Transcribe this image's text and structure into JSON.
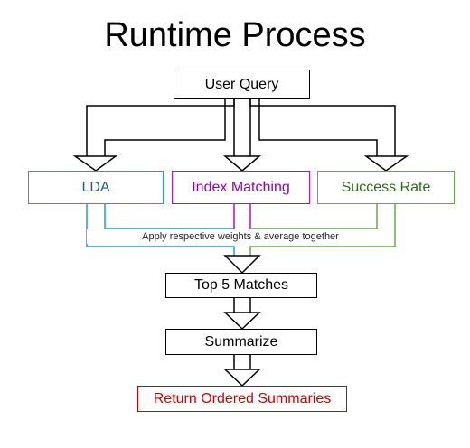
{
  "title": "Runtime Process",
  "nodes": {
    "user_query": {
      "label": "User Query"
    },
    "lda": {
      "label": "LDA",
      "color": "#1aa0c8",
      "text_color": "#1a5a9a"
    },
    "index_matching": {
      "label": "Index Matching",
      "color": "#cc00cc",
      "text_color": "#9900aa"
    },
    "success_rate": {
      "label": "Success Rate",
      "color": "#66aa44",
      "text_color": "#2d6a1e"
    },
    "top_matches": {
      "label": "Top 5 Matches"
    },
    "summarize": {
      "label": "Summarize"
    },
    "return_summaries": {
      "label": "Return Ordered Summaries",
      "color": "#cc0000",
      "text_color": "#cc0000"
    }
  },
  "combine_note": "Apply respective weights & average together"
}
